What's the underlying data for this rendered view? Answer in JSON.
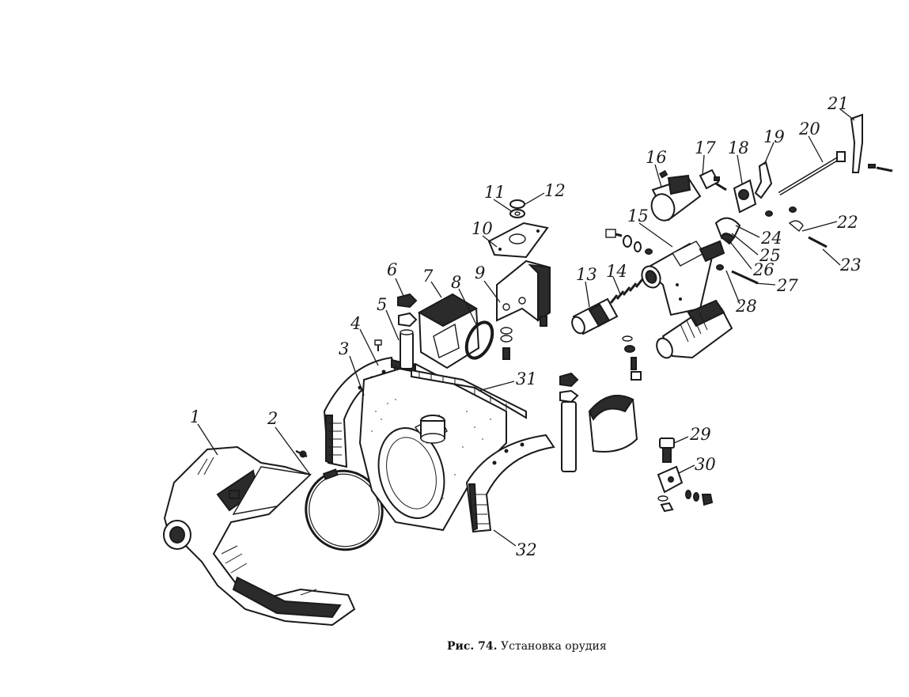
{
  "caption": {
    "prefix": "Рис. 74.",
    "title": "Установка орудия"
  },
  "callouts": [
    "1",
    "2",
    "3",
    "4",
    "5",
    "6",
    "7",
    "8",
    "9",
    "10",
    "11",
    "12",
    "13",
    "14",
    "15",
    "16",
    "17",
    "18",
    "19",
    "20",
    "21",
    "22",
    "23",
    "24",
    "25",
    "26",
    "27",
    "28",
    "29",
    "30",
    "31",
    "32"
  ]
}
